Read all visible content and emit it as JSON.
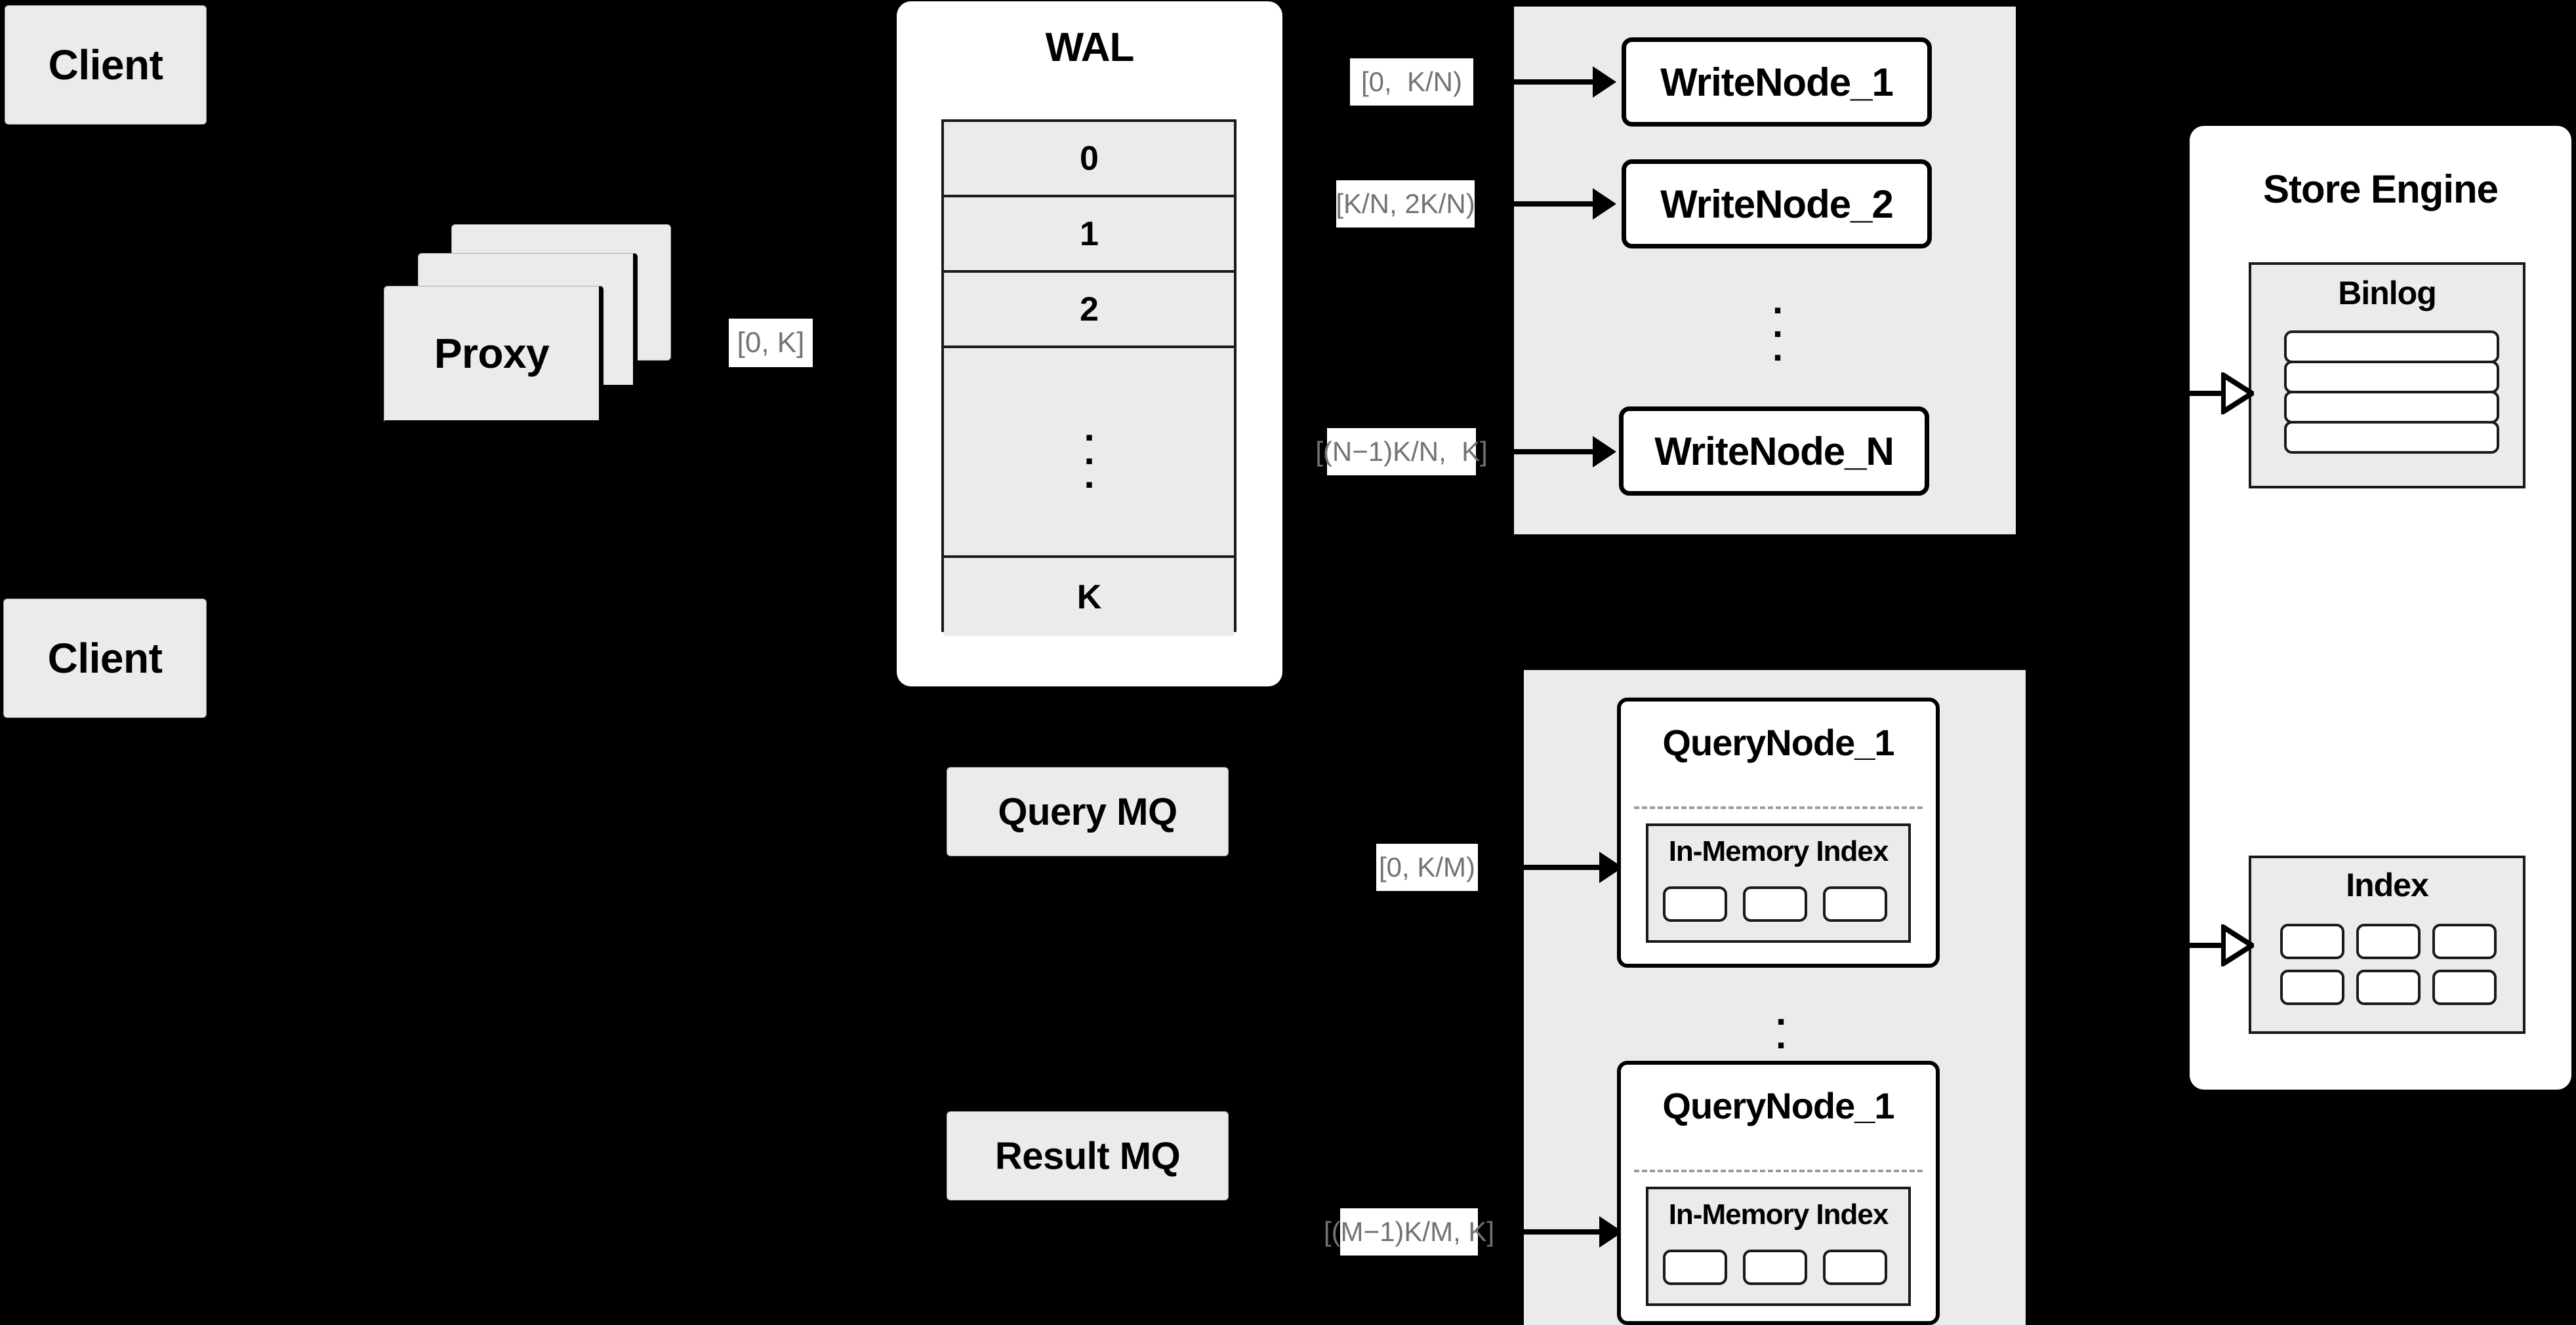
{
  "diagram": {
    "title": "Distributed Write/Query Architecture",
    "background_color": "#000000",
    "box_fill": "#EBEBEB",
    "panel_fill": "#FFFFFF",
    "label_text_color": "#737373",
    "stroke_color": "#000000"
  },
  "clients": [
    {
      "label": "Client"
    },
    {
      "label": "Client"
    }
  ],
  "proxy": {
    "label": "Proxy",
    "stack_count": 3
  },
  "proxy_to_wal": {
    "range_label": "[0, K]"
  },
  "wal": {
    "title": "WAL",
    "rows": [
      {
        "label": "0"
      },
      {
        "label": "1"
      },
      {
        "label": "2"
      },
      {
        "label": "",
        "is_ellipsis": true
      },
      {
        "label": "K"
      }
    ],
    "ellipsis": "."
  },
  "write_cluster": {
    "nodes": [
      {
        "label": "WriteNode_1",
        "range_label": "[0,  K/N)"
      },
      {
        "label": "WriteNode_2",
        "range_label": "[K/N, 2K/N)"
      },
      {
        "label": "WriteNode_N",
        "range_label": "[(N−1)K/N,  K]"
      }
    ],
    "ellipsis": "."
  },
  "query_mq": {
    "label": "Query MQ"
  },
  "result_mq": {
    "label": "Result MQ"
  },
  "query_cluster": {
    "nodes": [
      {
        "label": "QueryNode_1",
        "range_label": "[0, K/M)",
        "index": {
          "title": "In-Memory Index",
          "slot_count": 3
        }
      },
      {
        "label": "QueryNode_1",
        "range_label": "[(M−1)K/M, K]",
        "index": {
          "title": "In-Memory Index",
          "slot_count": 3
        }
      }
    ],
    "ellipsis": "."
  },
  "store_engine": {
    "title": "Store Engine",
    "binlog": {
      "title": "Binlog",
      "slot_count": 4
    },
    "index": {
      "title": "Index",
      "slot_count": 6
    }
  }
}
